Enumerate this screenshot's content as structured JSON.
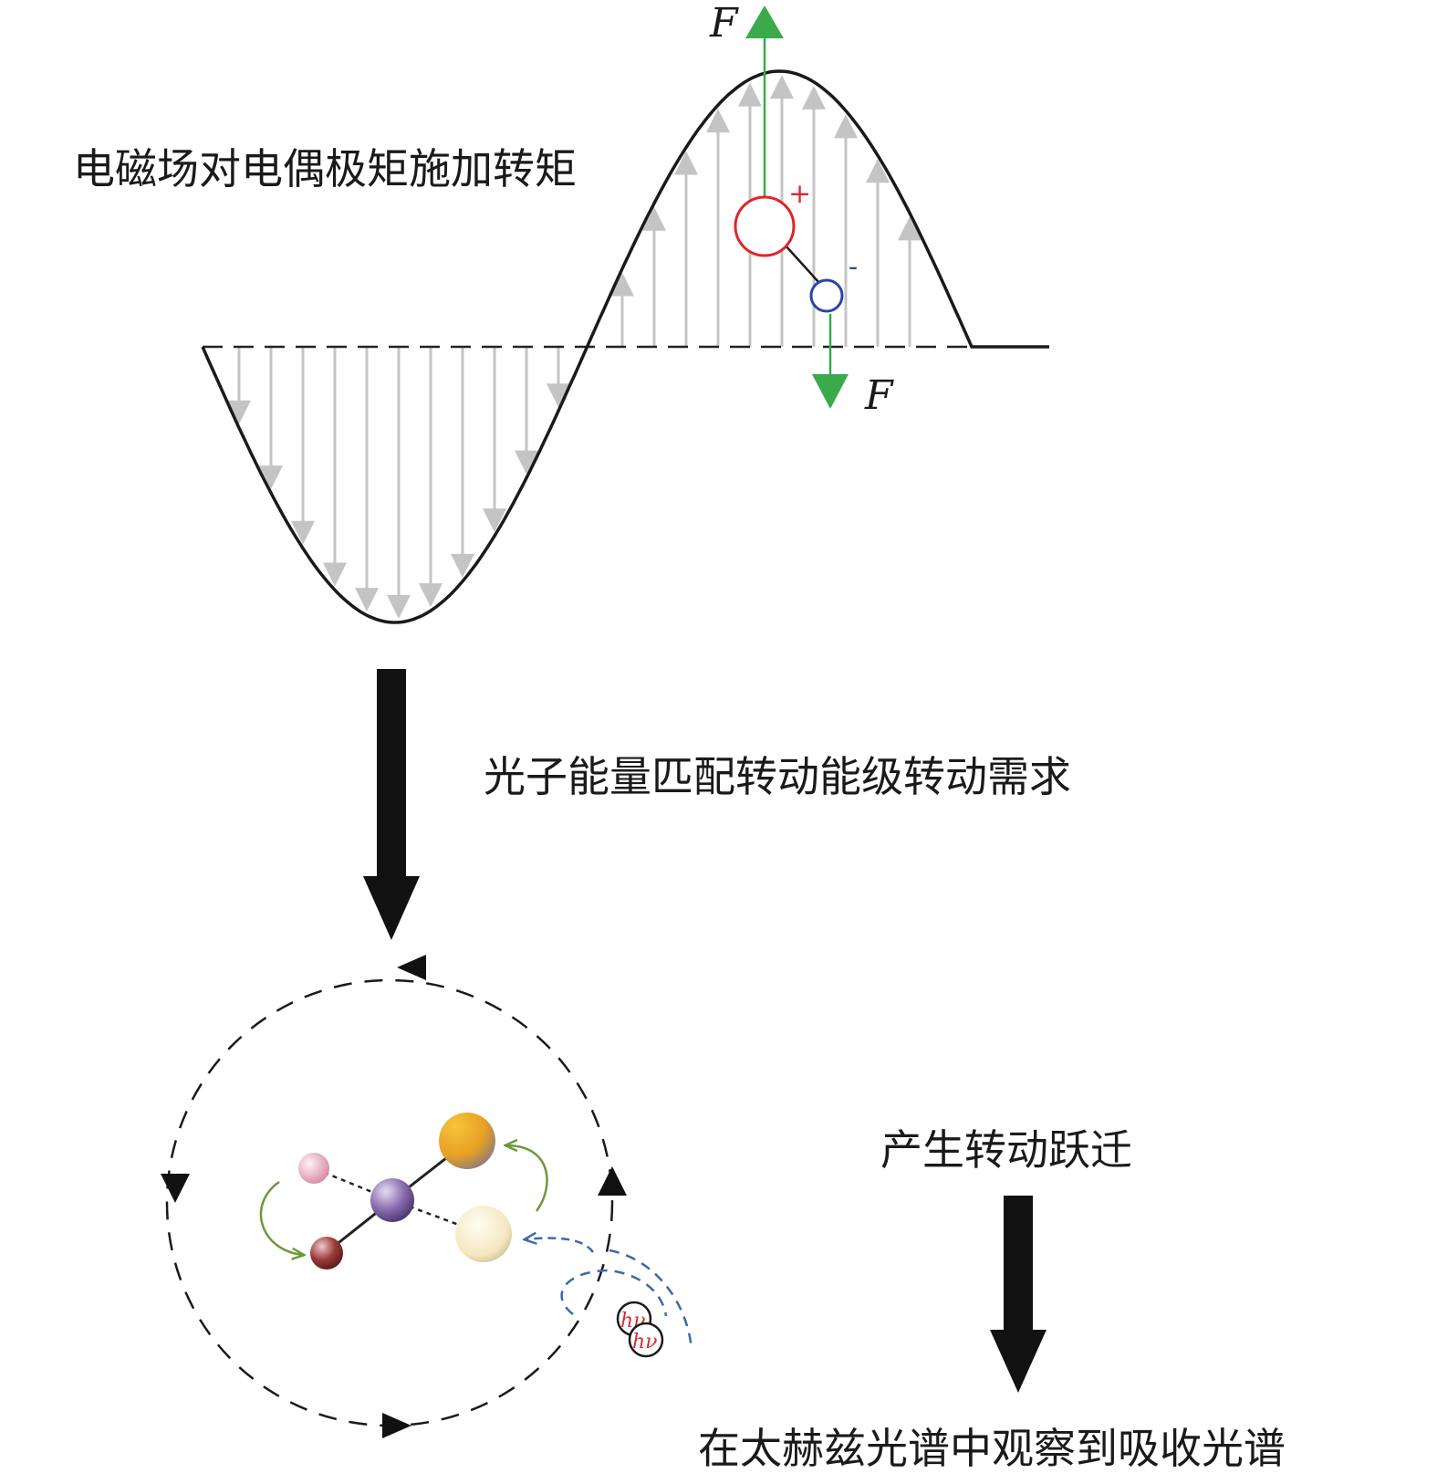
{
  "labels": {
    "torque": "电磁场对电偶极矩施加转矩",
    "photon_match": "光子能量匹配转动能级转动需求",
    "transition": "产生转动跃迁",
    "observe": "在太赫兹光谱中观察到吸收光谱",
    "force_top": "F",
    "force_bottom": "F",
    "plus": "+",
    "minus": "-",
    "photon_1": "hν",
    "photon_2": "hν"
  },
  "colors": {
    "force_arrow": "#3aaa4a",
    "positive_charge": "#e0242b",
    "negative_charge": "#2c44a8",
    "field_arrows": "#c4c4c4",
    "curl_green": "#6a9a3a",
    "curl_blue": "#3a6ab0",
    "photon_text": "#d0303a"
  },
  "icons": {
    "positive_pole": "circle",
    "negative_pole": "circle",
    "photon": "circle-with-h-nu"
  }
}
